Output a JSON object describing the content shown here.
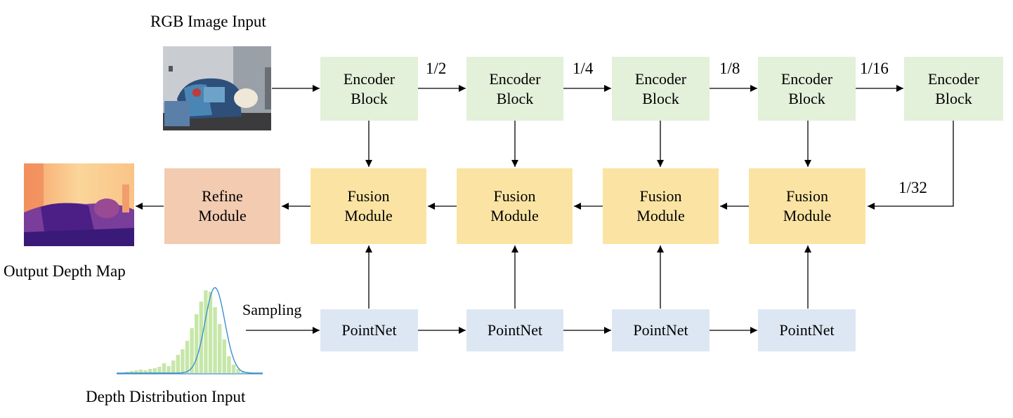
{
  "labels": {
    "rgb_input": "RGB Image Input",
    "output_depth": "Output Depth Map",
    "depth_distribution": "Depth Distribution Input",
    "sampling": "Sampling"
  },
  "encoder_blocks": [
    {
      "line1": "Encoder",
      "line2": "Block"
    },
    {
      "line1": "Encoder",
      "line2": "Block"
    },
    {
      "line1": "Encoder",
      "line2": "Block"
    },
    {
      "line1": "Encoder",
      "line2": "Block"
    },
    {
      "line1": "Encoder",
      "line2": "Block"
    }
  ],
  "scales": [
    "1/2",
    "1/4",
    "1/8",
    "1/16",
    "1/32"
  ],
  "fusion_modules": [
    {
      "line1": "Fusion",
      "line2": "Module"
    },
    {
      "line1": "Fusion",
      "line2": "Module"
    },
    {
      "line1": "Fusion",
      "line2": "Module"
    },
    {
      "line1": "Fusion",
      "line2": "Module"
    }
  ],
  "refine_module": {
    "line1": "Refine",
    "line2": "Module"
  },
  "pointnets": [
    "PointNet",
    "PointNet",
    "PointNet",
    "PointNet"
  ],
  "colors": {
    "encoder": "#e3f0da",
    "fusion": "#fbe4a3",
    "refine": "#f2cbb1",
    "pointnet": "#dde7f3",
    "histogram_bar": "#c6e7a8",
    "gaussian_curve": "#3d8fd0"
  }
}
